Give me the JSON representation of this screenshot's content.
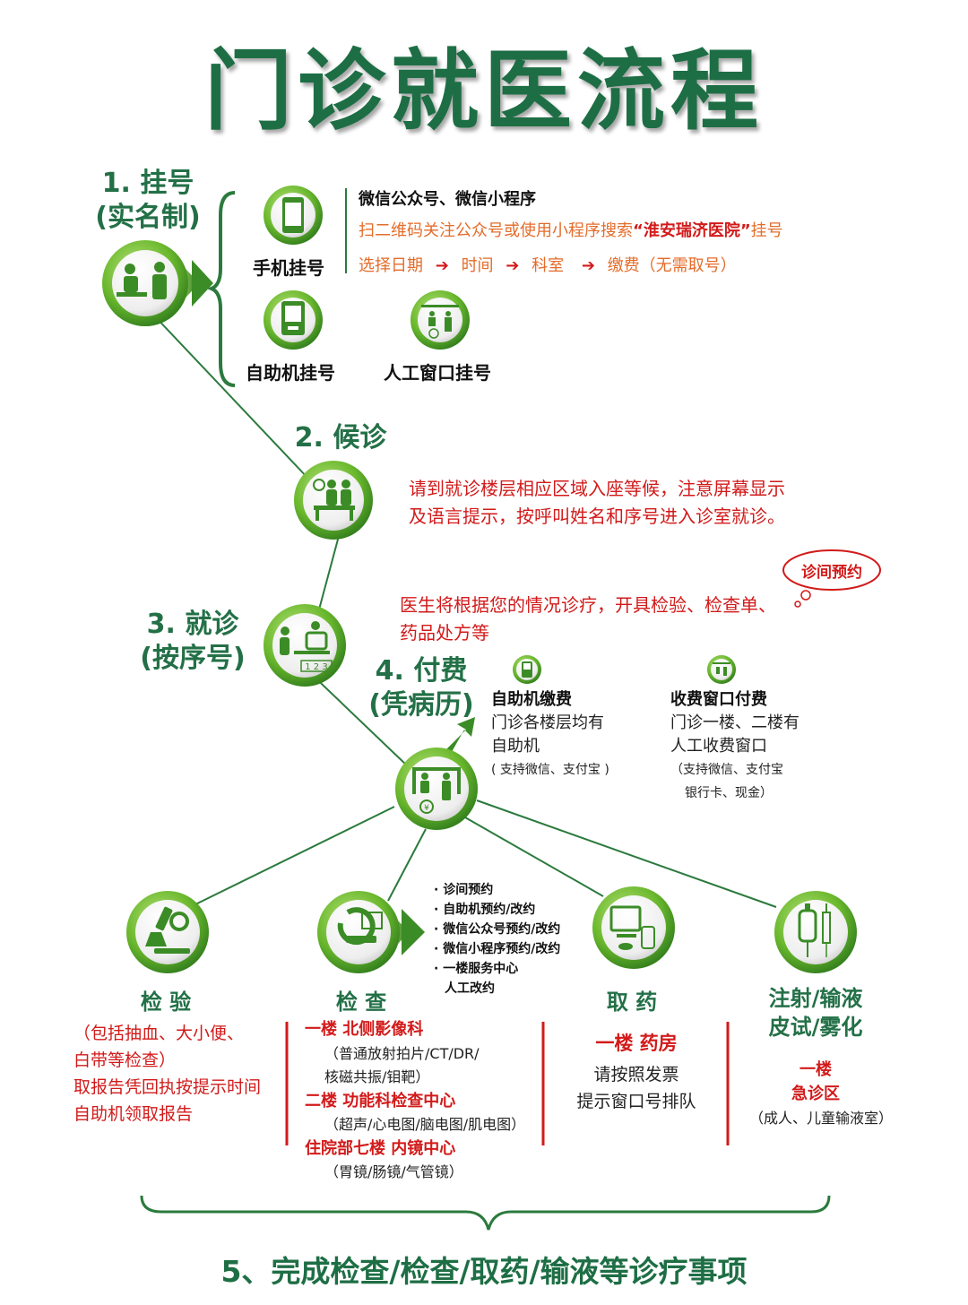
{
  "title": "门诊就医流程",
  "step1": {
    "title": "1. 挂号",
    "subtitle": "(实名制)",
    "mobile": {
      "label": "手机挂号",
      "channel": "微信公众号、微信小程序",
      "line2_pre": "扫二维码关注公众号或使用小程序搜索",
      "line2_hospital": "“淮安瑞济医院”",
      "line2_post": "挂号",
      "flow": [
        "选择日期",
        "时间",
        "科室",
        "缴费（无需取号）"
      ],
      "arrow": "➔"
    },
    "kiosk_label": "自助机挂号",
    "window_label": "人工窗口挂号"
  },
  "step2": {
    "title": "2. 候诊",
    "desc": [
      "请到就诊楼层相应区域入座等候，注意屏幕显示",
      "及语言提示，按呼叫姓名和序号进入诊室就诊。"
    ]
  },
  "step3": {
    "title": "3. 就诊",
    "subtitle": "(按序号)",
    "bubble": "诊间预约",
    "desc": [
      "医生将根据您的情况诊疗，开具检验、检查单、",
      "药品处方等"
    ],
    "screen_number": "1 2 3"
  },
  "step4": {
    "title": "4. 付费",
    "subtitle": "(凭病历)",
    "kiosk": {
      "title": "自助机缴费",
      "lines": [
        "门诊各楼层均有",
        "自助机"
      ],
      "note": "( 支持微信、支付宝 )"
    },
    "window": {
      "title": "收费窗口付费",
      "lines": [
        "门诊一楼、二楼有",
        "人工收费窗口"
      ],
      "note": [
        "（支持微信、支付宝",
        "银行卡、现金）"
      ]
    }
  },
  "booking_options": [
    "· 诊间预约",
    "· 自助机预约/改约",
    "· 微信公众号预约/改约",
    "· 微信小程序预约/改约",
    "· 一楼服务中心",
    "人工改约"
  ],
  "lab": {
    "label": "检 验",
    "lines": [
      "（包括抽血、大小便、",
      "白带等检查）",
      "取报告凭回执按提示时间",
      "自助机领取报告"
    ]
  },
  "exam": {
    "label": "检 查",
    "lines": [
      {
        "t": "一楼   北侧影像科",
        "s": "title"
      },
      {
        "t": "（普通放射拍片/CT/DR/",
        "s": "note"
      },
      {
        "t": "核磁共振/钼靶）",
        "s": "note"
      },
      {
        "t": "二楼   功能科检查中心",
        "s": "title"
      },
      {
        "t": "（超声/心电图/脑电图/肌电图）",
        "s": "note"
      },
      {
        "t": "住院部七楼   内镜中心",
        "s": "title"
      },
      {
        "t": "（胃镜/肠镜/气管镜）",
        "s": "note"
      }
    ]
  },
  "pharmacy": {
    "label": "取 药",
    "location": "一楼 药房",
    "lines": [
      "请按照发票",
      "提示窗口号排队"
    ]
  },
  "injection": {
    "label": [
      "注射/输液",
      "皮试/雾化"
    ],
    "location": [
      "一楼",
      "急诊区"
    ],
    "note": "（成人、儿童输液室）"
  },
  "footer": "5、完成检查/检查/取药/输液等诊疗事项",
  "colors": {
    "green": "#1e6e45",
    "red": "#d21a1a",
    "orange": "#e46c2a",
    "line": "#2b7a3d"
  }
}
